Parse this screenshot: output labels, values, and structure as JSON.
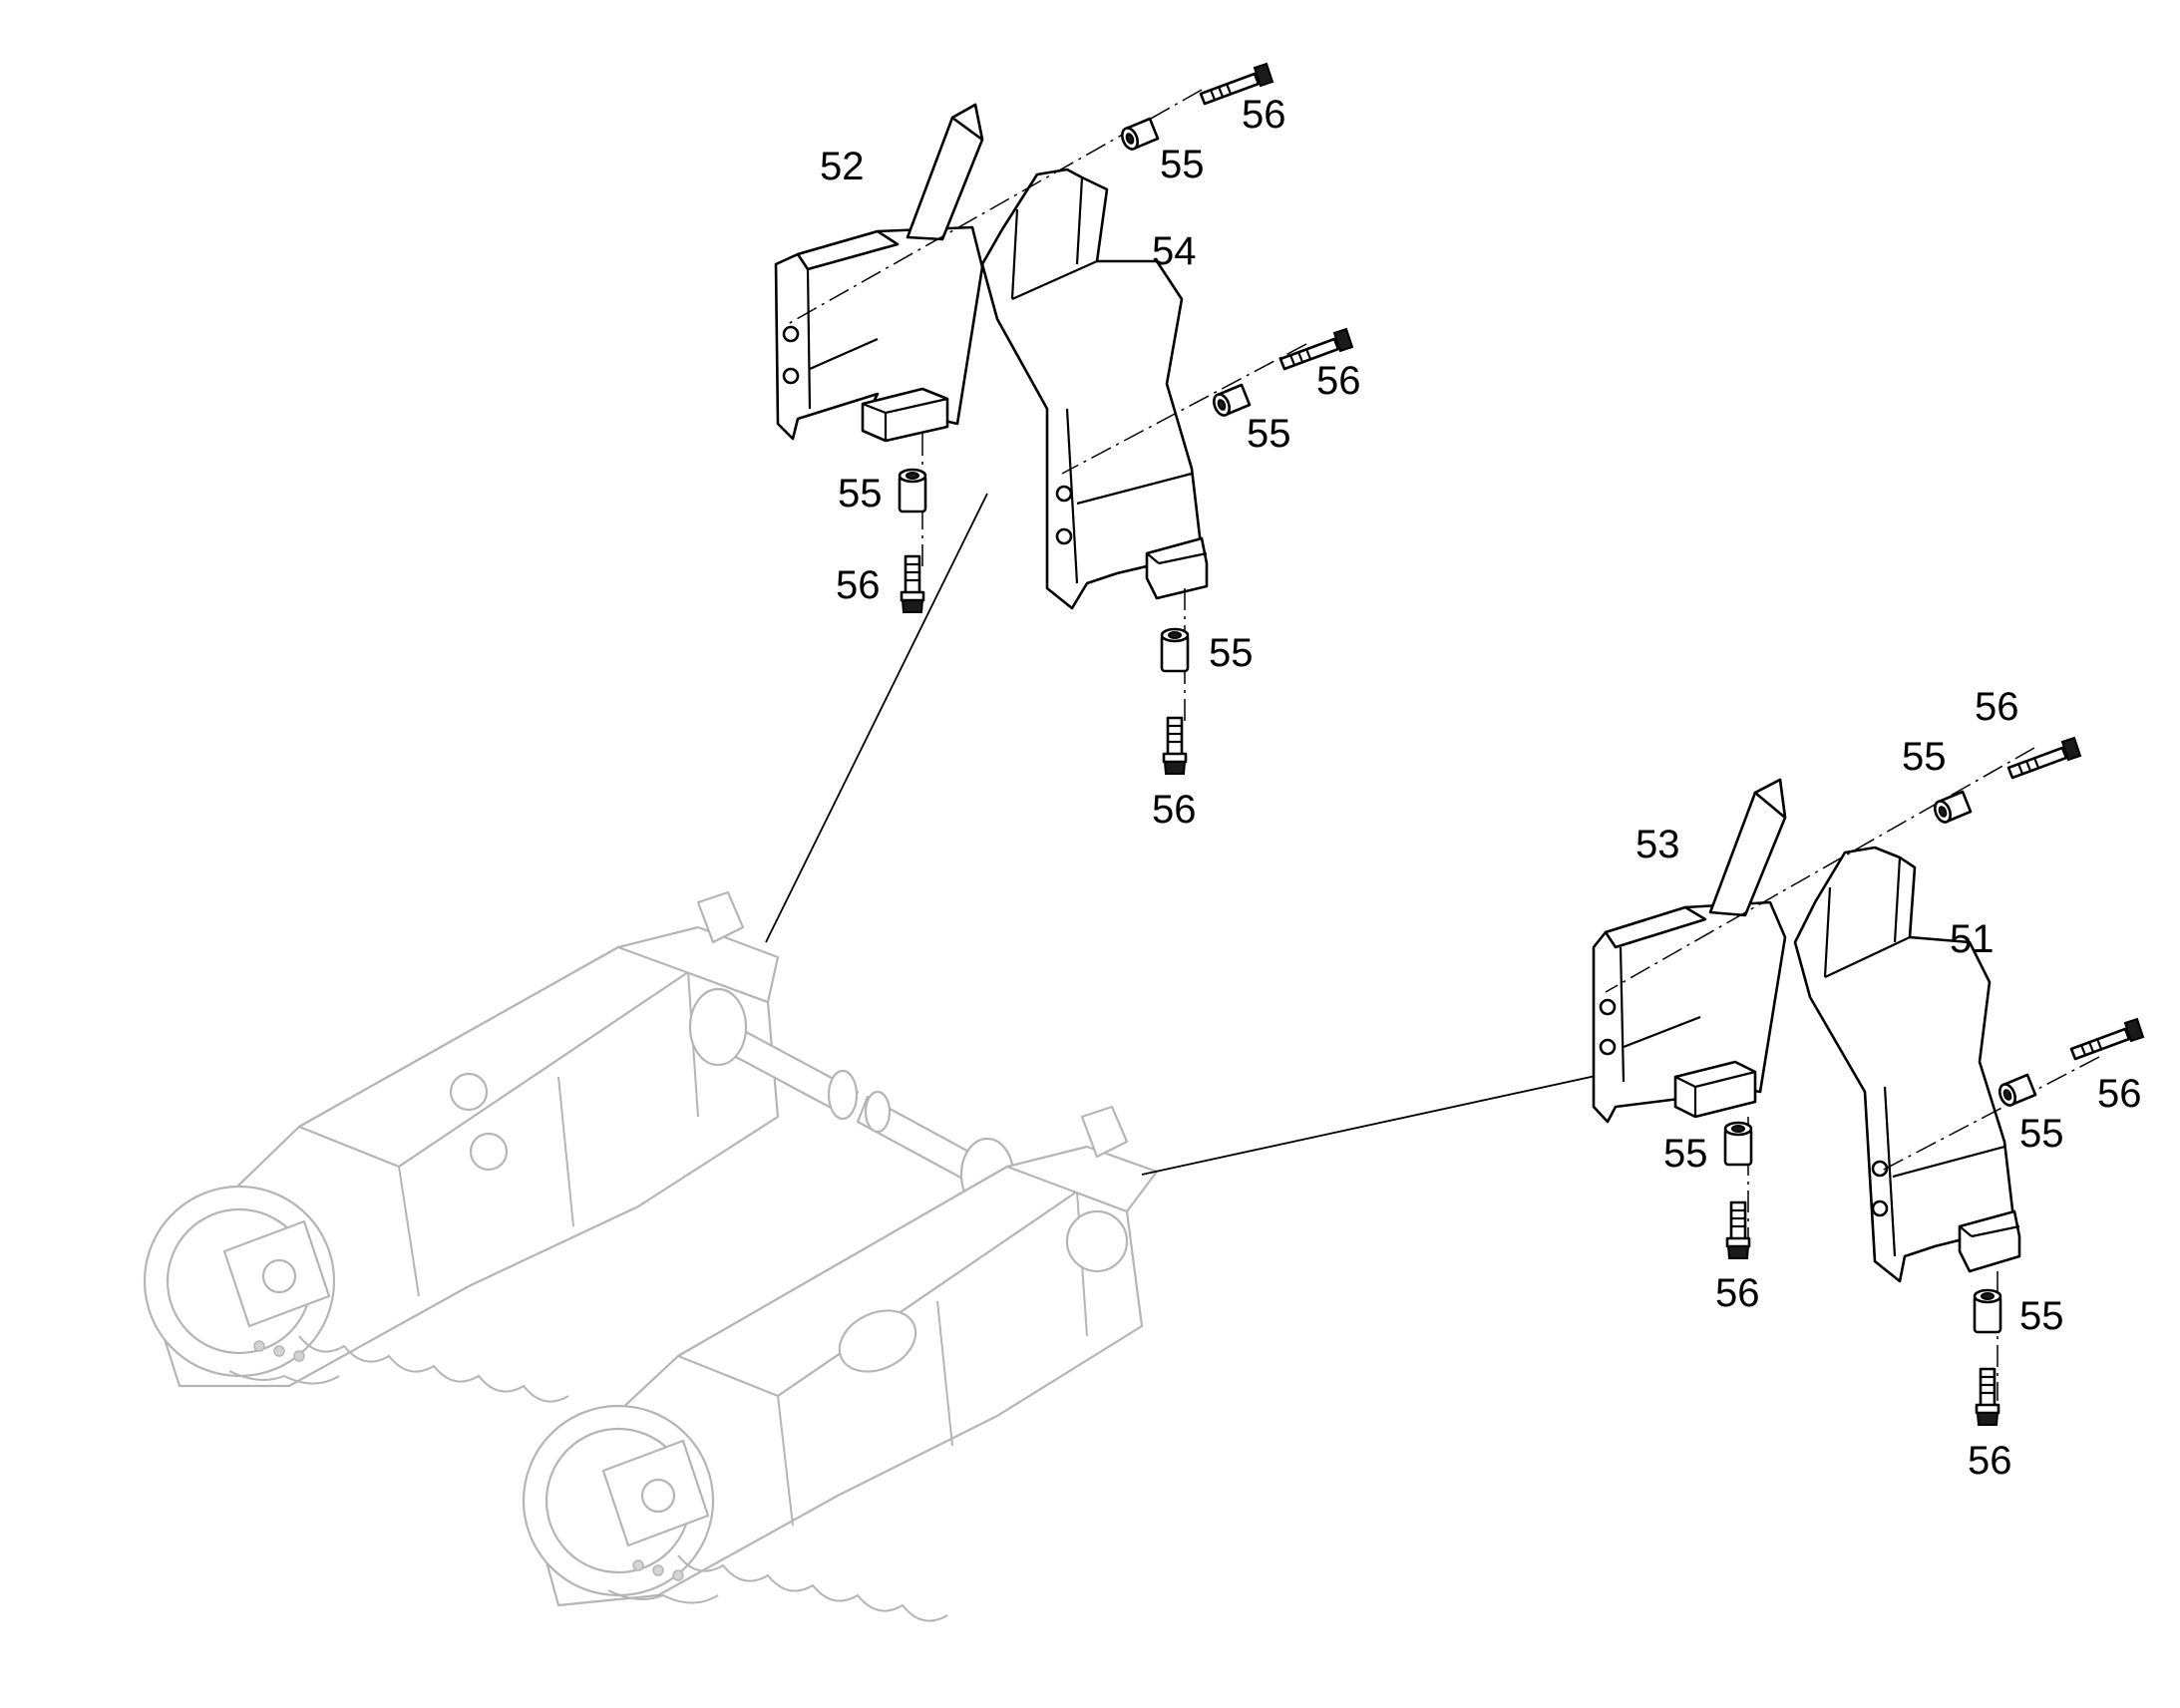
{
  "callouts": {
    "p51": "51",
    "p52": "52",
    "p53": "53",
    "p54": "54",
    "p55": "55",
    "p56": "56"
  },
  "colors": {
    "line": "#000000",
    "ghost": "#b5b5b5",
    "background": "#ffffff"
  }
}
